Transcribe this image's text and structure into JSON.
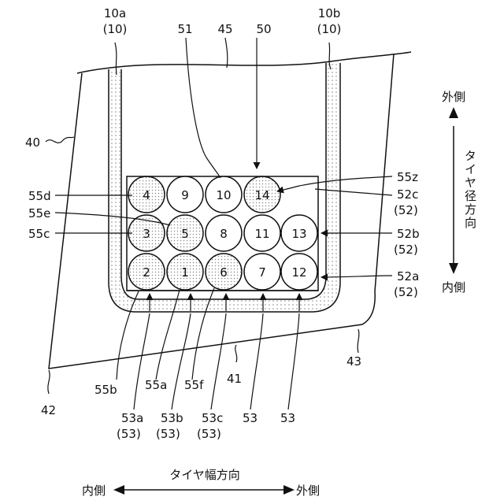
{
  "refs": {
    "r10a": "10a",
    "r10a_paren": "(10)",
    "r10b": "10b",
    "r10b_paren": "(10)",
    "r51": "51",
    "r45": "45",
    "r50": "50",
    "r40": "40",
    "r42": "42",
    "r41": "41",
    "r43": "43",
    "r55z": "55z",
    "r52c": "52c",
    "r52c_paren": "(52)",
    "r52b": "52b",
    "r52b_paren": "(52)",
    "r52a": "52a",
    "r52a_paren": "(52)",
    "r55d": "55d",
    "r55e": "55e",
    "r55c": "55c",
    "r55b": "55b",
    "r55a": "55a",
    "r55f": "55f",
    "r53a": "53a",
    "r53a_paren": "(53)",
    "r53b": "53b",
    "r53b_paren": "(53)",
    "r53c": "53c",
    "r53c_paren": "(53)",
    "r53_1": "53",
    "r53_2": "53"
  },
  "wires": [
    "1",
    "2",
    "3",
    "4",
    "5",
    "6",
    "7",
    "8",
    "9",
    "10",
    "11",
    "12",
    "13",
    "14"
  ],
  "radial_axis": {
    "title": "タイヤ径方向",
    "outer": "外側",
    "inner": "内側"
  },
  "width_axis": {
    "title": "タイヤ幅方向",
    "inner": "内側",
    "outer": "外側"
  },
  "colors": {
    "line": "#111111",
    "dot_fill": "#8a8a8a",
    "background": "#ffffff"
  }
}
